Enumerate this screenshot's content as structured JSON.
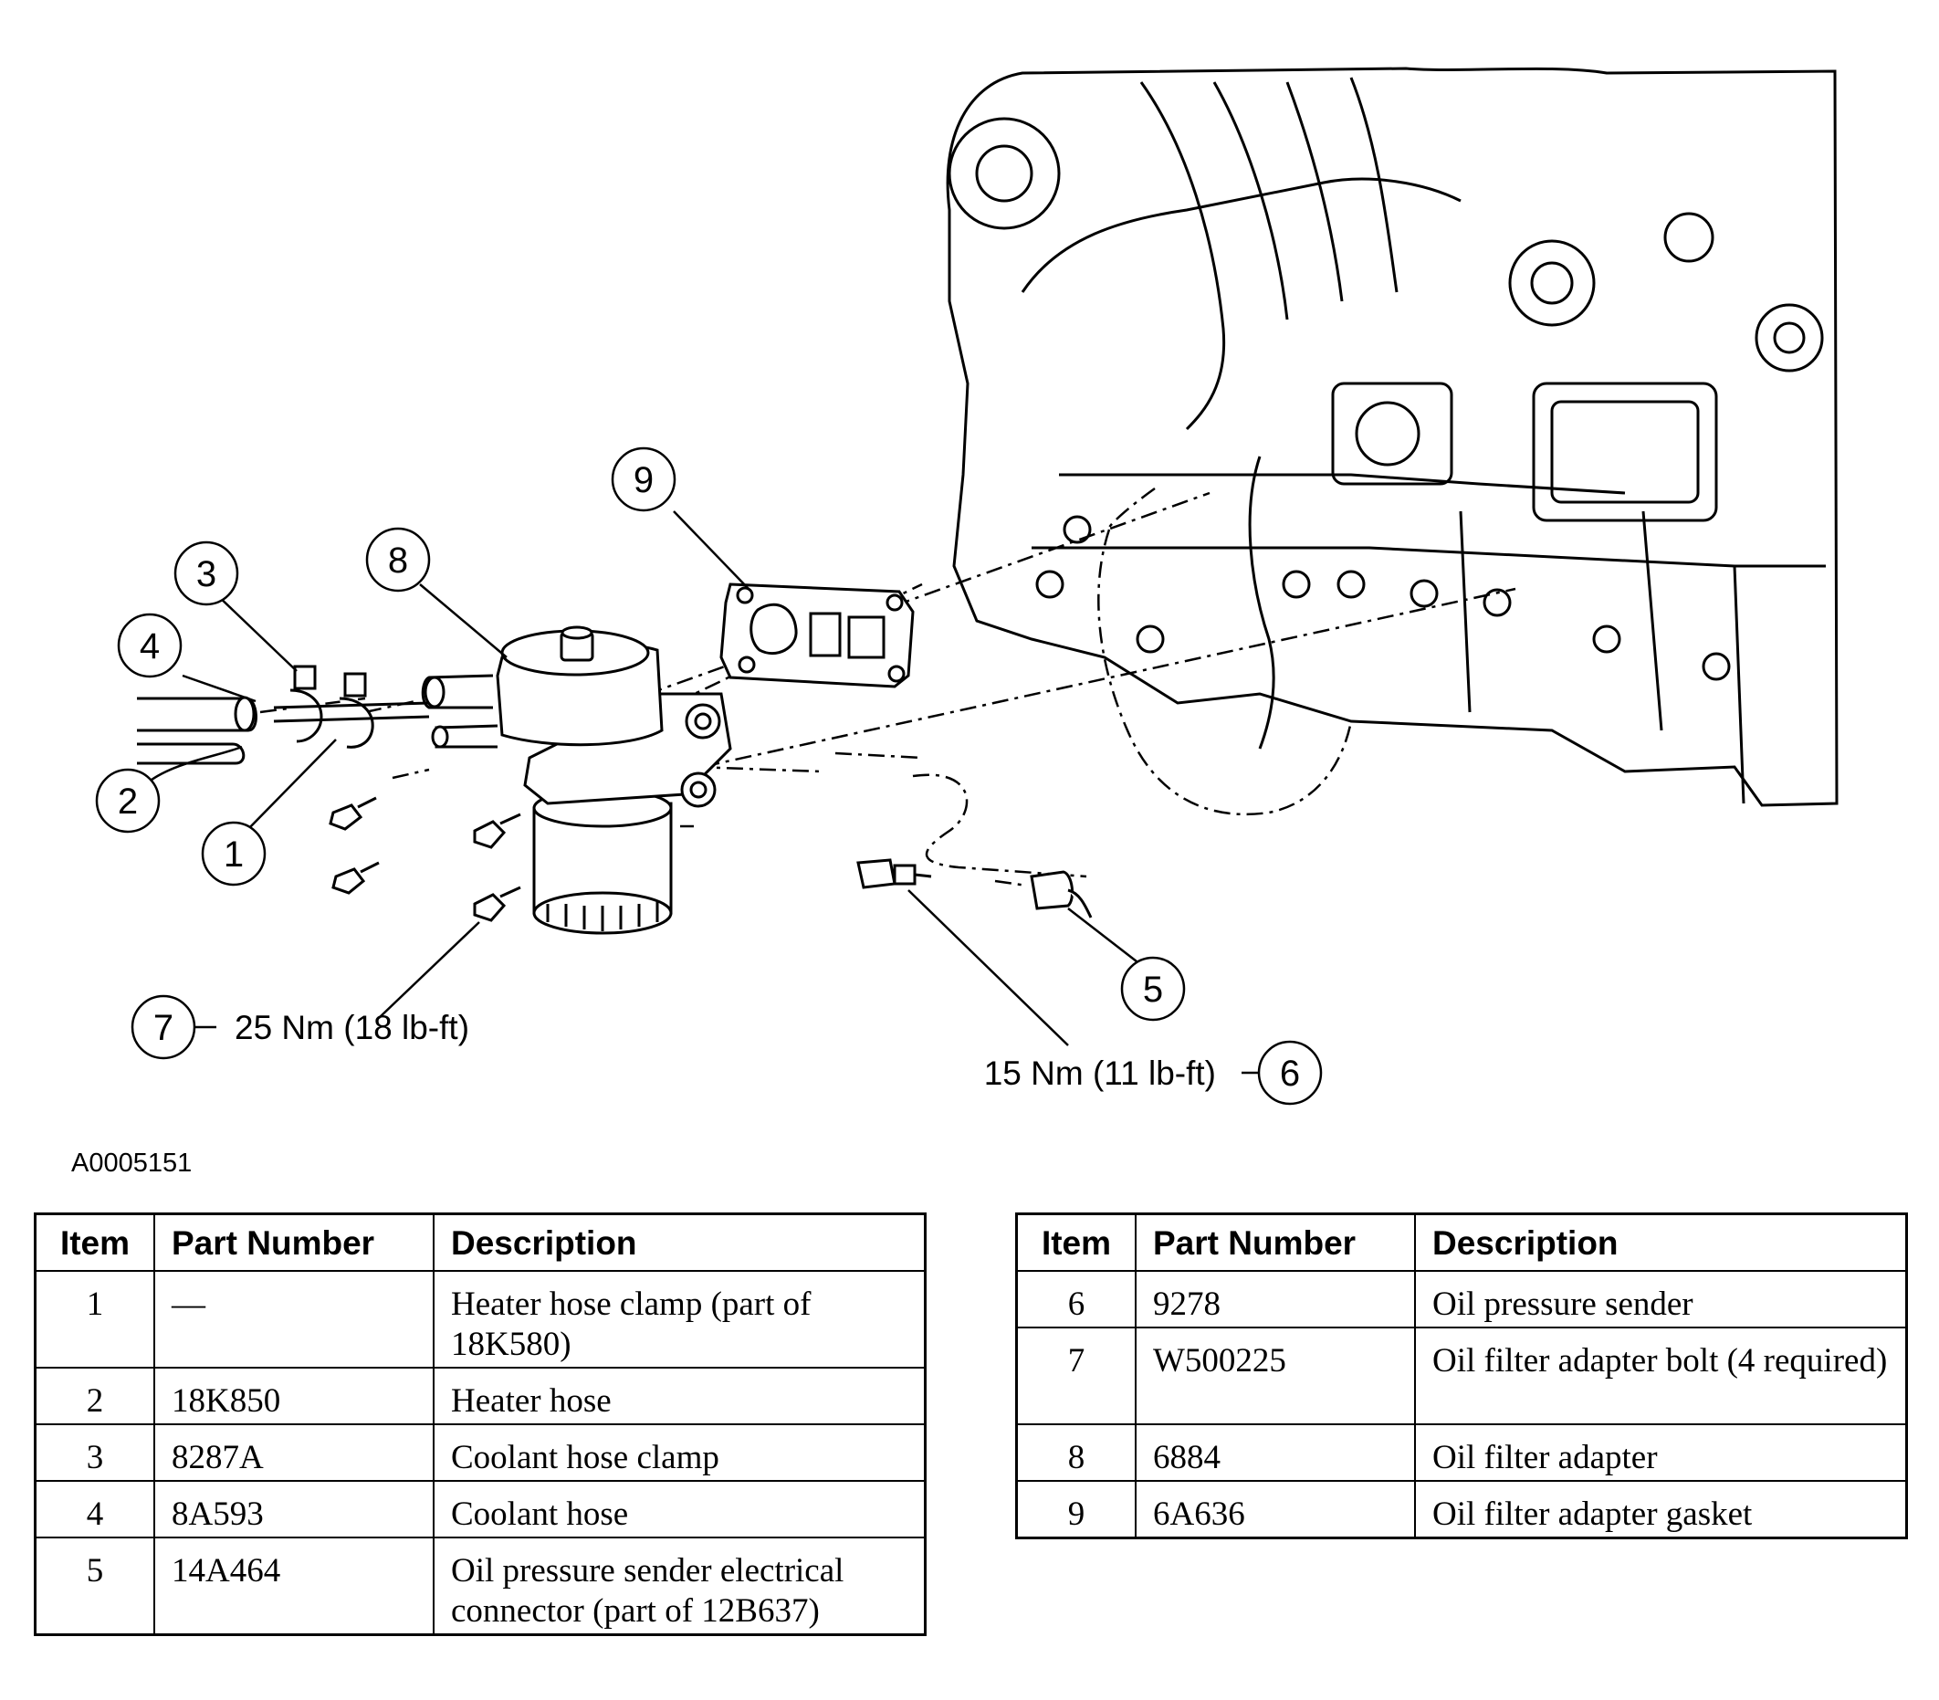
{
  "figure_id": "A0005151",
  "callouts": [
    "1",
    "2",
    "3",
    "4",
    "5",
    "6",
    "7",
    "8",
    "9"
  ],
  "torque_specs": {
    "item7": "25 Nm (18 lb-ft)",
    "item6": "15 Nm (11 lb-ft)"
  },
  "table_headers": {
    "item": "Item",
    "part_number": "Part Number",
    "description": "Description"
  },
  "parts_left": [
    {
      "item": "1",
      "part": "—",
      "description": "Heater hose clamp (part of 18K580)"
    },
    {
      "item": "2",
      "part": "18K850",
      "description": "Heater hose"
    },
    {
      "item": "3",
      "part": "8287A",
      "description": "Coolant hose clamp"
    },
    {
      "item": "4",
      "part": "8A593",
      "description": "Coolant hose"
    },
    {
      "item": "5",
      "part": "14A464",
      "description": "Oil pressure sender electrical connector (part of 12B637)"
    }
  ],
  "parts_right": [
    {
      "item": "6",
      "part": "9278",
      "description": "Oil pressure sender"
    },
    {
      "item": "7",
      "part": "W500225",
      "description": "Oil filter adapter bolt (4 required)"
    },
    {
      "item": "8",
      "part": "6884",
      "description": "Oil filter adapter"
    },
    {
      "item": "9",
      "part": "6A636",
      "description": "Oil filter adapter gasket"
    }
  ]
}
